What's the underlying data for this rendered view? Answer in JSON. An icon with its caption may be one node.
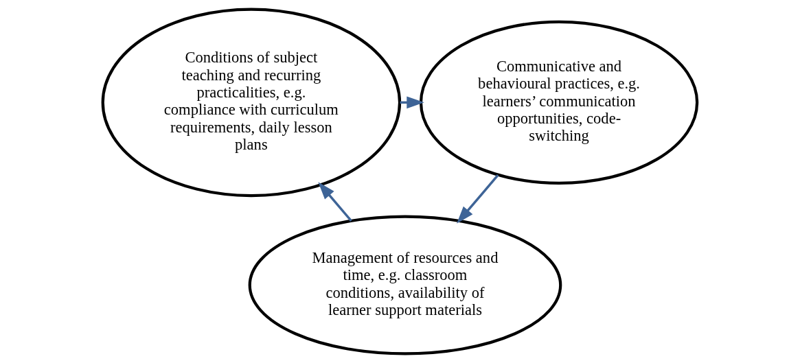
{
  "diagram": {
    "nodes": [
      {
        "text": [
          "Conditions of subject teaching and recurring practicalities, e.g. compliance with curriculum requirements, daily lesson plans"
        ]
      },
      {
        "text": [
          "Communicative and behavioural practices, e.g. learners’ communication opportunities, code-switching"
        ]
      },
      {
        "text": [
          "Management of resources and time, e.g. classroom conditions, availability of learner support materials"
        ]
      }
    ],
    "edges": [
      {
        "from": 0,
        "to": 1,
        "arrow": "to"
      },
      {
        "from": 1,
        "to": 2,
        "arrow": "to"
      },
      {
        "from": 2,
        "to": 0,
        "arrow": "to"
      }
    ]
  }
}
